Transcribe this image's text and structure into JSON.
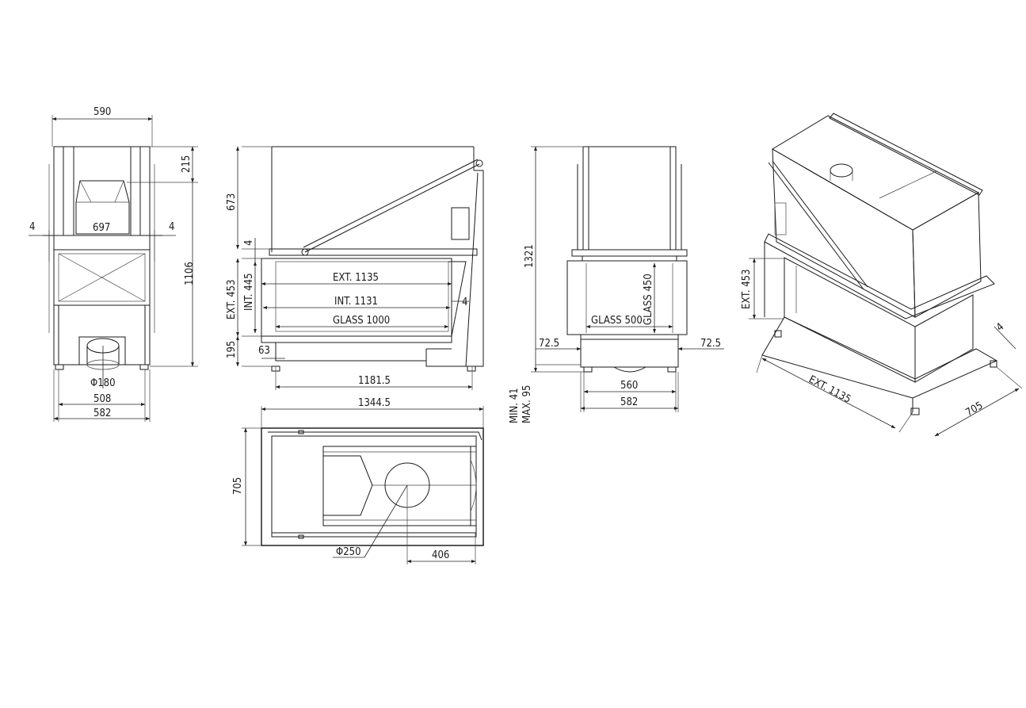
{
  "front_view": {
    "width_top": "590",
    "height_top": "215",
    "hood_width": "697",
    "side_gap_left": "4",
    "side_gap_right": "4",
    "total_height": "1106",
    "flue_diameter": "Φ180",
    "base_width_inner": "508",
    "base_width_outer": "582"
  },
  "side_view": {
    "hood_height": "673",
    "gap_top": "4",
    "ext_height": "EXT. 453",
    "int_height": "INT. 445",
    "ext_width": "EXT. 1135",
    "int_width": "INT. 1131",
    "glass_width": "GLASS 1000",
    "right_gap": "4",
    "foot_height": "195",
    "foot_offset": "63",
    "base_length": "1181.5",
    "total_length": "1344.5"
  },
  "end_view": {
    "total_height": "1321",
    "glass_height": "GLASS 450",
    "glass_width": "GLASS 500",
    "margin_left": "72.5",
    "margin_right": "72.5",
    "base_inner": "560",
    "base_outer": "582",
    "leg_min": "MIN. 41",
    "leg_max": "MAX. 95"
  },
  "top_view": {
    "depth": "705",
    "flue_diameter": "Φ250",
    "flue_offset": "406"
  },
  "iso_view": {
    "ext_height": "EXT. 453",
    "ext_length": "EXT. 1135",
    "depth": "705",
    "gap": "4"
  }
}
